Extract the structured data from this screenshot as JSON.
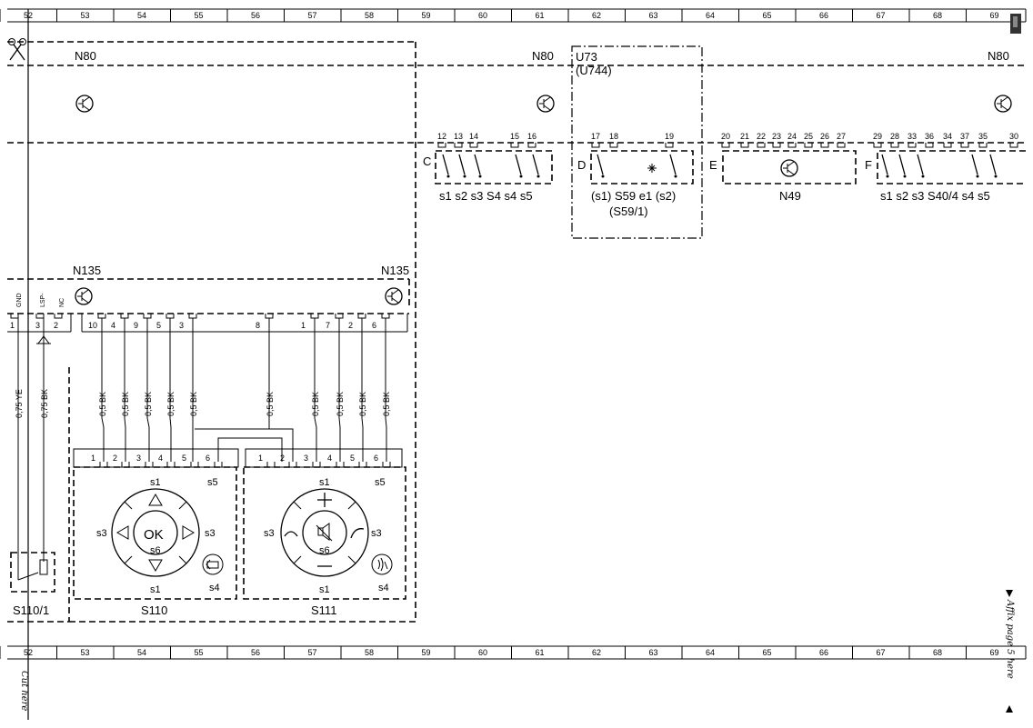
{
  "grid": {
    "numbers": [
      "52",
      "53",
      "54",
      "55",
      "56",
      "57",
      "58",
      "59",
      "60",
      "61",
      "62",
      "63",
      "64",
      "65",
      "66",
      "67",
      "68",
      "69"
    ]
  },
  "side_notes": {
    "cut_here": "Cut here",
    "affix_page": "Affix page 5 here"
  },
  "top": {
    "n80_left": "N80",
    "n80_mid": "N80",
    "n80_right": "N80",
    "u73": "U73",
    "u744": "(U744)",
    "conn_c": "C",
    "conn_d": "D",
    "conn_e": "E",
    "conn_f": "F",
    "pins_c": [
      "12",
      "13",
      "14",
      "15",
      "16"
    ],
    "pins_d": [
      "17",
      "18",
      "19"
    ],
    "pins_e": [
      "20",
      "21",
      "22",
      "23",
      "24",
      "25",
      "26",
      "27"
    ],
    "pins_f": [
      "29",
      "28",
      "33",
      "36",
      "34",
      "37",
      "35",
      "30"
    ],
    "s4_caption": "s1  s2  s3   S4   s4  s5",
    "s59_caption": "(s1)   S59  e1   (s2)",
    "s59_sub": "(S59/1)",
    "n49_caption": "N49",
    "s40_caption": "s1  s2  s3   S40/4   s4  s5"
  },
  "n135": {
    "label_left": "N135",
    "label_right": "N135",
    "pin_gnd": "GND",
    "pin_lsp": "LSP-",
    "pin_nc": "NC",
    "pins_left": [
      "1",
      "3",
      "2"
    ],
    "pins_main": [
      "10",
      "4",
      "9",
      "5",
      "3",
      "8",
      "1",
      "7",
      "2",
      "6"
    ]
  },
  "wires": {
    "ye": "0,75 YE",
    "bk075": "0,75 BK",
    "bk05": "0,5 BK"
  },
  "s110": {
    "label": "S110",
    "pins": [
      "1",
      "2",
      "3",
      "4",
      "5",
      "6"
    ],
    "s1_top": "s1",
    "s5": "s5",
    "s3_left": "s3",
    "s3_right": "s3",
    "ok": "OK",
    "s6": "s6",
    "s1_bottom": "s1",
    "s4": "s4"
  },
  "s111": {
    "label": "S111",
    "pins": [
      "1",
      "2",
      "3",
      "4",
      "5",
      "6"
    ],
    "s1_top": "s1",
    "s5": "s5",
    "s3_left": "s3",
    "s3_right": "s3",
    "s6": "s6",
    "s1_bottom": "s1",
    "s4": "s4"
  },
  "s110_1": {
    "label": "S110/1"
  }
}
